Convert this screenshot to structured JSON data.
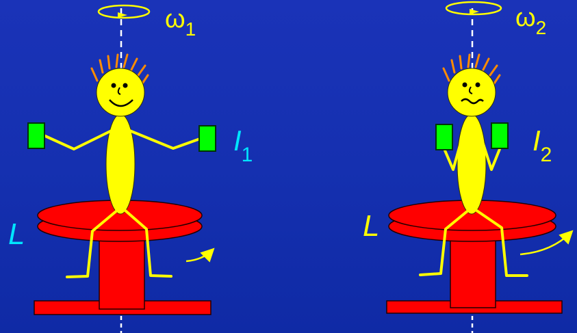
{
  "colors": {
    "background": "#1530b0",
    "figure_yellow": "#ffff00",
    "platform_red": "#ff0000",
    "weight_green": "#00ff00",
    "hair_orange": "#ff8c00",
    "label_cyan": "#00e5ff"
  },
  "left_scene": {
    "omega": "ω",
    "omega_sub": "1",
    "inertia": "I",
    "inertia_sub": "1",
    "momentum": "L"
  },
  "right_scene": {
    "omega": "ω",
    "omega_sub": "2",
    "inertia": "I",
    "inertia_sub": "2",
    "momentum": "L"
  }
}
